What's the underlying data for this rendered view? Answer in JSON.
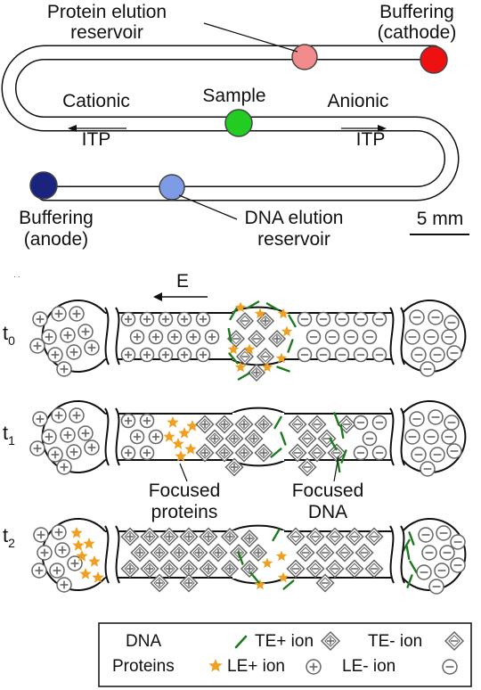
{
  "chip": {
    "reservoirs": {
      "protein_elution": {
        "label_line1": "Protein elution",
        "label_line2": "reservoir",
        "color": "#f28b8b"
      },
      "buffering_cathode": {
        "label_line1": "Buffering",
        "label_line2": "(cathode)",
        "color": "#ee1111"
      },
      "sample": {
        "label": "Sample",
        "color": "#22cc22"
      },
      "buffering_anode": {
        "label_line1": "Buffering",
        "label_line2": "(anode)",
        "color": "#1a237e"
      },
      "dna_elution": {
        "label_line1": "DNA elution",
        "label_line2": "reservoir",
        "color": "#7e9ce6"
      }
    },
    "cationic": {
      "line1": "Cationic",
      "line2": "ITP"
    },
    "anionic": {
      "line1": "Anionic",
      "line2": "ITP"
    },
    "scale_bar": "5 mm"
  },
  "schematic": {
    "small_mark": "· ·",
    "field_label": "E",
    "time_labels": [
      {
        "main": "t",
        "sub": "0"
      },
      {
        "main": "t",
        "sub": "1"
      },
      {
        "main": "t",
        "sub": "2"
      }
    ],
    "focused_proteins": {
      "line1": "Focused",
      "line2": "proteins"
    },
    "focused_dna": {
      "line1": "Focused",
      "line2": "DNA"
    }
  },
  "legend": {
    "dna": "DNA",
    "proteins": "Proteins",
    "te_plus": "TE+ ion",
    "le_plus": "LE+ ion",
    "te_minus": "TE- ion",
    "le_minus": "LE- ion"
  },
  "colors": {
    "dna": "#1e7a1e",
    "protein": "#f0a020",
    "ion_stroke": "#666666",
    "outline": "#111111"
  }
}
